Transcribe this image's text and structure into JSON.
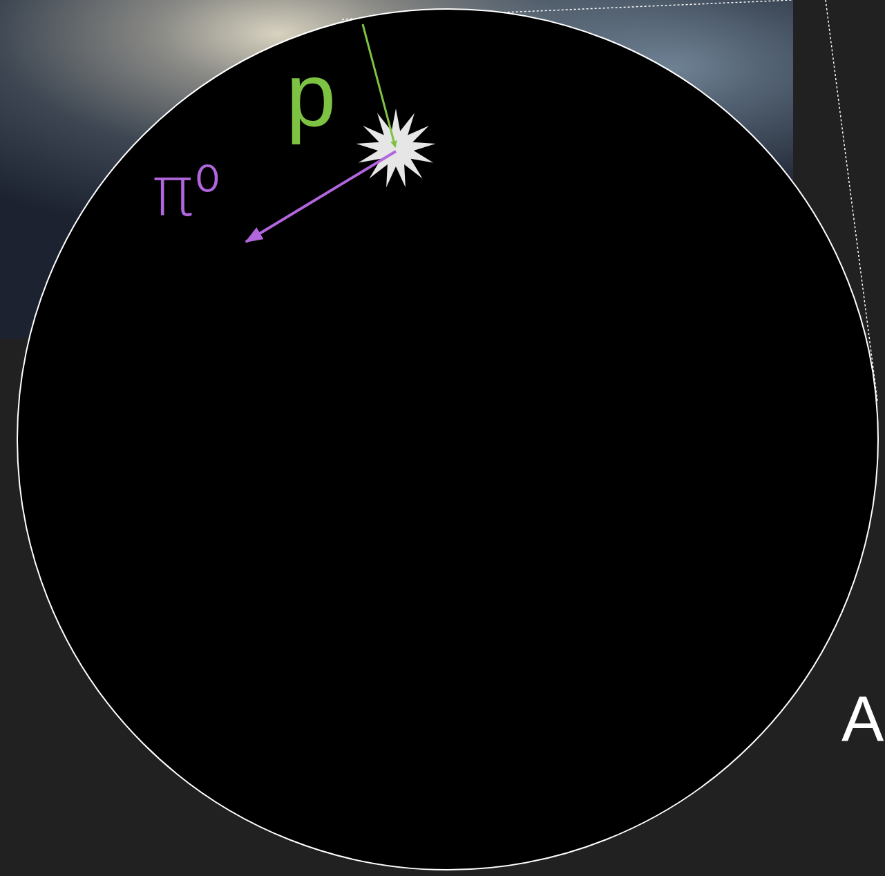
{
  "diagram": {
    "labels": [
      "p",
      "π⁰",
      "A"
    ]
  }
}
